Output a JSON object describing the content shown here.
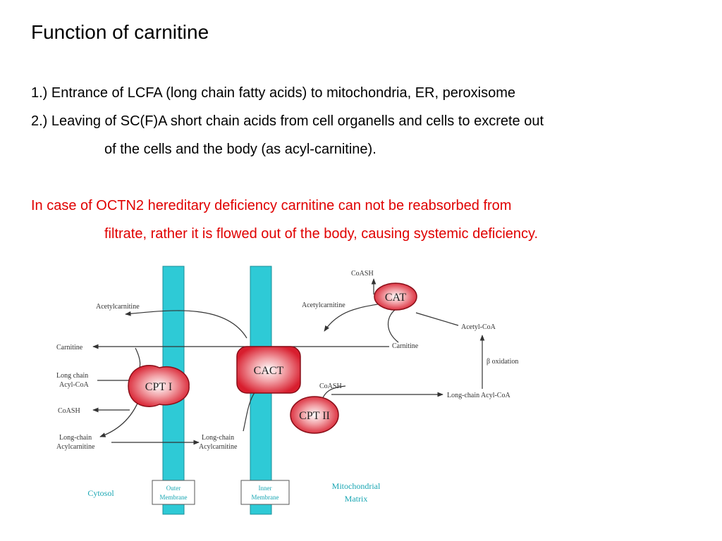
{
  "title": "Function of carnitine",
  "points": {
    "p1": "1.) Entrance of LCFA (long chain fatty acids) to mitochondria, ER, peroxisome",
    "p2_line1": "2.) Leaving of SC(F)A short chain acids from cell organells and cells to excrete out",
    "p2_line2": "of the cells and the body (as acyl-carnitine)."
  },
  "note": {
    "line1": "In case of OCTN2 hereditary deficiency carnitine can not be reabsorbed from",
    "line2": "filtrate, rather it is flowed out of the body, causing systemic deficiency."
  },
  "colors": {
    "note_text": "#e00000",
    "membrane": "#2ecad6",
    "enzyme": "#d81e2e"
  },
  "diagram": {
    "left_labels": {
      "acetylcarnitine": "Acetylcarnitine",
      "carnitine": "Carnitine",
      "lc_acylcoa_1": "Long chain",
      "lc_acylcoa_2": "Acyl-CoA",
      "coash": "CoASH",
      "lc_acylcarn_1": "Long-chain",
      "lc_acylcarn_2": "Acylcarnitine"
    },
    "middle_labels": {
      "acetylcarnitine": "Acetylcarnitine",
      "lc_acylcarn_1": "Long-chain",
      "lc_acylcarn_2": "Acylcarnitine"
    },
    "right_labels": {
      "coash_top": "CoASH",
      "acetylcoa": "Acetyl-CoA",
      "carnitine": "Carnitine",
      "beta_oxidation": "β oxidation",
      "coash_mid": "CoASH",
      "lc_acylcoa": "Long-chain Acyl-CoA"
    },
    "enzymes": {
      "cat": "CAT",
      "cact": "CACT",
      "cpt1": "CPT I",
      "cpt2": "CPT II"
    },
    "regions": {
      "cytosol": "Cytosol",
      "outer_membrane_1": "Outer",
      "outer_membrane_2": "Membrane",
      "inner_membrane_1": "Inner",
      "inner_membrane_2": "Membrane",
      "matrix_1": "Mitochondrial",
      "matrix_2": "Matrix"
    }
  }
}
